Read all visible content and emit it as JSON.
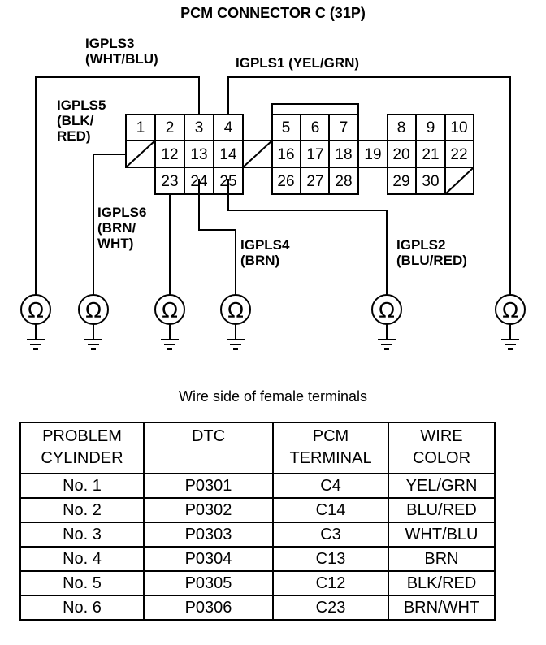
{
  "title": "PCM CONNECTOR C (31P)",
  "caption": "Wire side of female terminals",
  "labels": {
    "igpls3": [
      "IGPLS3",
      "(WHT/BLU)"
    ],
    "igpls1": [
      "IGPLS1 (YEL/GRN)"
    ],
    "igpls5": [
      "IGPLS5",
      "(BLK/",
      "RED)"
    ],
    "igpls6": [
      "IGPLS6",
      "(BRN/",
      "WHT)"
    ],
    "igpls4": [
      "IGPLS4",
      "(BRN)"
    ],
    "igpls2": [
      "IGPLS2",
      "(BLU/RED)"
    ]
  },
  "ohm_symbol": "Ω",
  "terminals": [
    "1",
    "2",
    "3",
    "4",
    "5",
    "6",
    "7",
    "8",
    "9",
    "10",
    "12",
    "13",
    "14",
    "16",
    "17",
    "18",
    "19",
    "20",
    "21",
    "22",
    "23",
    "24",
    "25",
    "26",
    "27",
    "28",
    "29",
    "30"
  ],
  "table": {
    "headers": [
      [
        "PROBLEM",
        "CYLINDER"
      ],
      [
        "DTC",
        ""
      ],
      [
        "PCM",
        "TERMINAL"
      ],
      [
        "WIRE",
        "COLOR"
      ]
    ],
    "rows": [
      [
        "No. 1",
        "P0301",
        "C4",
        "YEL/GRN"
      ],
      [
        "No. 2",
        "P0302",
        "C14",
        "BLU/RED"
      ],
      [
        "No. 3",
        "P0303",
        "C3",
        "WHT/BLU"
      ],
      [
        "No. 4",
        "P0304",
        "C13",
        "BRN"
      ],
      [
        "No. 5",
        "P0305",
        "C12",
        "BLK/RED"
      ],
      [
        "No. 6",
        "P0306",
        "C23",
        "BRN/WHT"
      ]
    ]
  }
}
